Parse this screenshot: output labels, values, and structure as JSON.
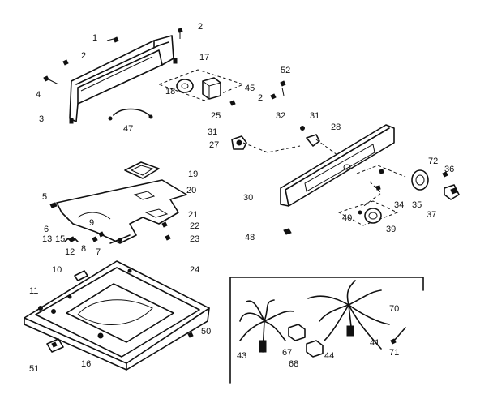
{
  "callouts": [
    "1",
    "2",
    "2",
    "4",
    "3",
    "47",
    "17",
    "18",
    "25",
    "45",
    "2",
    "52",
    "32",
    "31",
    "28",
    "31",
    "27",
    "19",
    "20",
    "5",
    "21",
    "9",
    "22",
    "6",
    "13",
    "15",
    "8",
    "7",
    "12",
    "23",
    "30",
    "72",
    "36",
    "34",
    "35",
    "37",
    "40",
    "39",
    "48",
    "10",
    "24",
    "11",
    "50",
    "16",
    "51",
    "70",
    "43",
    "67",
    "68",
    "44",
    "41",
    "71"
  ]
}
